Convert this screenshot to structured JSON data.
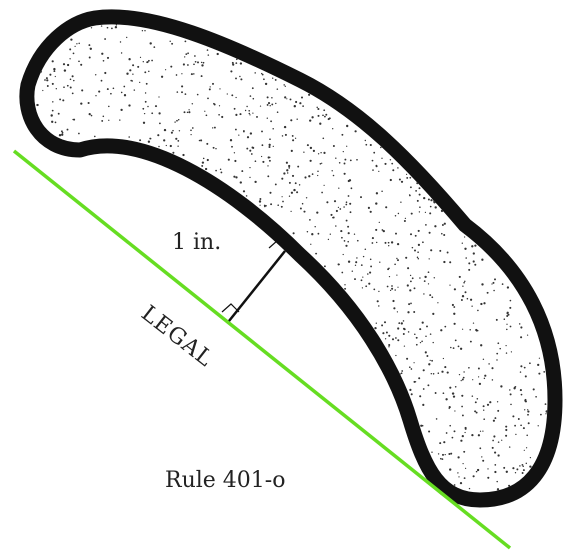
{
  "labels": {
    "measurement": "1 in.",
    "line_label": "LEGAL",
    "rule": "Rule 401-o"
  },
  "colors": {
    "legal_line": "#66dd22",
    "outline": "#111111",
    "stipple": "#333333",
    "background": "#ffffff"
  }
}
